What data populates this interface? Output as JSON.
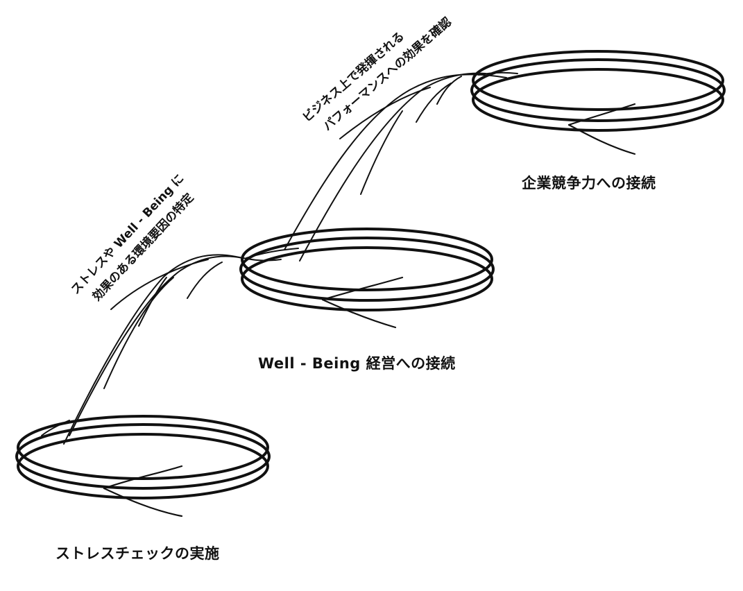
{
  "stages": [
    {
      "id": "stage-1",
      "label": "ストレスチェックの実施"
    },
    {
      "id": "stage-2",
      "label": "Well - Being 経営への接続"
    },
    {
      "id": "stage-3",
      "label": "企業競争力への接続"
    }
  ],
  "connectors": [
    {
      "from": "stage-1",
      "to": "stage-2",
      "lines": [
        "ストレスや Well - Being に",
        "効果のある環境要因の特定"
      ]
    },
    {
      "from": "stage-2",
      "to": "stage-3",
      "lines": [
        "ビジネス上で発揮される",
        "パフォーマンスへの効果を確認"
      ]
    }
  ],
  "colors": {
    "ink": "#111111",
    "background": "#ffffff"
  }
}
